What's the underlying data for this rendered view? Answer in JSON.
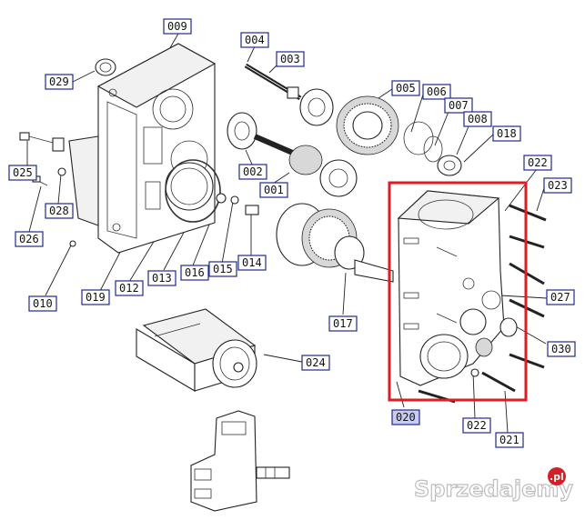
{
  "labels": {
    "l009": "009",
    "l004": "004",
    "l003": "003",
    "l029": "029",
    "l005": "005",
    "l006": "006",
    "l007": "007",
    "l008": "008",
    "l018": "018",
    "l025": "025",
    "l002": "002",
    "l001": "001",
    "l022a": "022",
    "l023": "023",
    "l028": "028",
    "l026": "026",
    "l016": "016",
    "l015": "015",
    "l014": "014",
    "l013": "013",
    "l012": "012",
    "l019": "019",
    "l010": "010",
    "l017": "017",
    "l027": "027",
    "l030": "030",
    "l024": "024",
    "l020": "020",
    "l022b": "022",
    "l021": "021"
  },
  "highlight": {
    "color": "#e01b24",
    "selected_label": "020",
    "selected_label_fill": "#c9ccf2"
  },
  "watermark": {
    "text": "Sprzedajemy",
    "suffix": ".pl",
    "badge_color": "#d12027"
  }
}
